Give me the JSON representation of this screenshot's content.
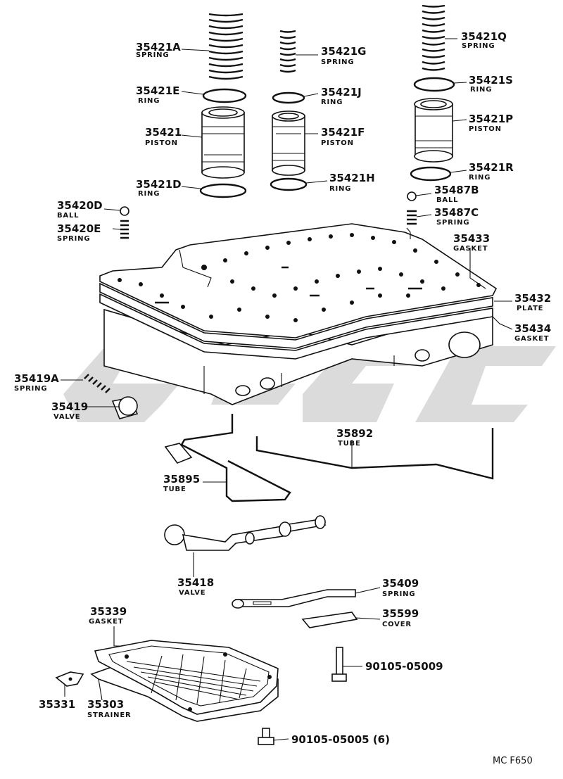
{
  "diagram": {
    "code": "MC F650",
    "callouts": [
      {
        "id": "c1",
        "part": "35421A",
        "name": "SPRING"
      },
      {
        "id": "c2",
        "part": "35421G",
        "name": "SPRING"
      },
      {
        "id": "c3",
        "part": "35421Q",
        "name": "SPRING"
      },
      {
        "id": "c4",
        "part": "35421E",
        "name": "RING"
      },
      {
        "id": "c5",
        "part": "35421J",
        "name": "RING"
      },
      {
        "id": "c6",
        "part": "35421S",
        "name": "RING"
      },
      {
        "id": "c7",
        "part": "35421",
        "name": "PISTON"
      },
      {
        "id": "c8",
        "part": "35421F",
        "name": "PISTON"
      },
      {
        "id": "c9",
        "part": "35421P",
        "name": "PISTON"
      },
      {
        "id": "c10",
        "part": "35421D",
        "name": "RING"
      },
      {
        "id": "c11",
        "part": "35421H",
        "name": "RING"
      },
      {
        "id": "c12",
        "part": "35421R",
        "name": "RING"
      },
      {
        "id": "c13",
        "part": "35487B",
        "name": "BALL"
      },
      {
        "id": "c14",
        "part": "35420D",
        "name": "BALL"
      },
      {
        "id": "c15",
        "part": "35487C",
        "name": "SPRING"
      },
      {
        "id": "c16",
        "part": "35420E",
        "name": "SPRING"
      },
      {
        "id": "c17",
        "part": "35433",
        "name": "GASKET"
      },
      {
        "id": "c18",
        "part": "35432",
        "name": "PLATE"
      },
      {
        "id": "c19",
        "part": "35434",
        "name": "GASKET"
      },
      {
        "id": "c20",
        "part": "35419A",
        "name": "SPRING"
      },
      {
        "id": "c21",
        "part": "35419",
        "name": "VALVE"
      },
      {
        "id": "c22",
        "part": "35892",
        "name": "TUBE"
      },
      {
        "id": "c23",
        "part": "35895",
        "name": "TUBE"
      },
      {
        "id": "c24",
        "part": "35418",
        "name": "VALVE"
      },
      {
        "id": "c25",
        "part": "35409",
        "name": "SPRING"
      },
      {
        "id": "c26",
        "part": "35599",
        "name": "COVER"
      },
      {
        "id": "c27",
        "part": "35339",
        "name": "GASKET"
      },
      {
        "id": "c28",
        "part": "90105-05009",
        "name": ""
      },
      {
        "id": "c29",
        "part": "35331",
        "name": ""
      },
      {
        "id": "c30",
        "part": "35303",
        "name": "STRAINER"
      },
      {
        "id": "c31",
        "part": "90105-05005 (6)",
        "name": ""
      }
    ]
  }
}
